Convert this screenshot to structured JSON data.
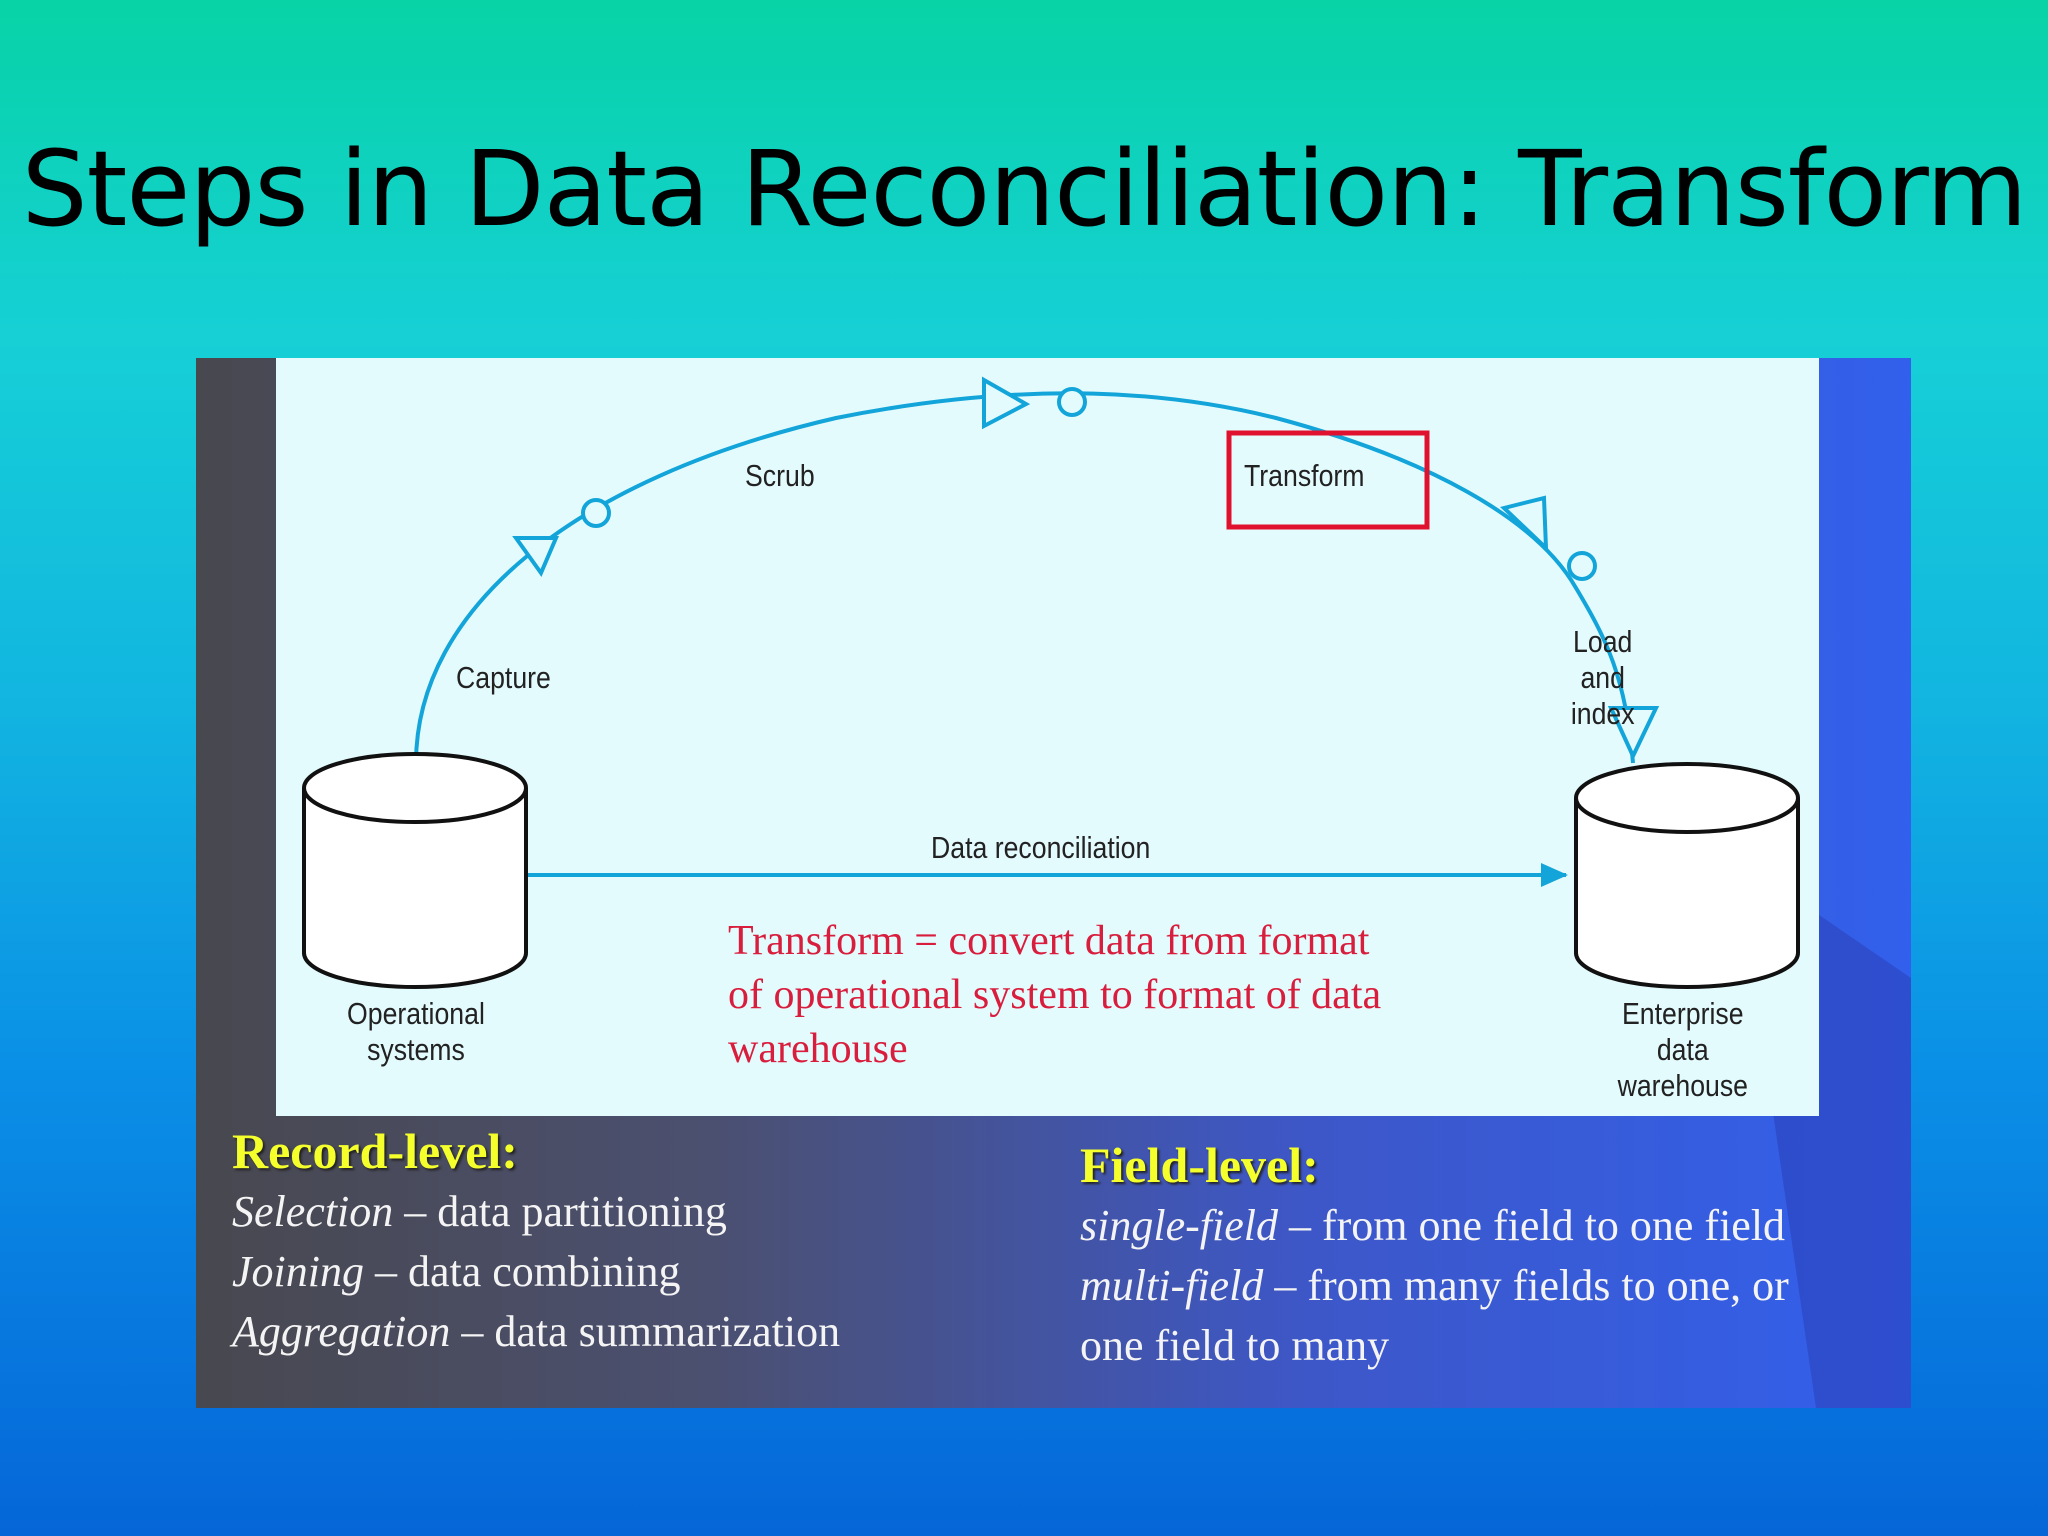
{
  "slide": {
    "title": "Steps in Data Reconciliation: Transform"
  },
  "diagram": {
    "labels": {
      "scrub": "Scrub",
      "transform": "Transform",
      "capture": "Capture",
      "load_line1": "Load",
      "load_line2": "and",
      "load_line3": "index",
      "data_reconciliation": "Data reconciliation",
      "operational_line1": "Operational",
      "operational_line2": "systems",
      "enterprise_line1": "Enterprise",
      "enterprise_line2": "data",
      "enterprise_line3": "warehouse"
    },
    "note": "Transform = convert data from format\nof operational system to format of data\nwarehouse",
    "colors": {
      "arrow": "#13a5d9",
      "highlight_box": "#e0102f",
      "note": "#d81e3c"
    }
  },
  "record_level": {
    "heading": "Record-level:",
    "items": [
      {
        "term": "Selection",
        "desc": " – data partitioning"
      },
      {
        "term": "Joining",
        "desc": " – data combining"
      },
      {
        "term": "Aggregation",
        "desc": " – data summarization"
      }
    ]
  },
  "field_level": {
    "heading": "Field-level:",
    "items": [
      {
        "term": "single-field",
        "desc": " – from one field to one field"
      },
      {
        "term": "multi-field",
        "desc": " – from many fields to one, or"
      }
    ],
    "continuation": "one field to many"
  }
}
